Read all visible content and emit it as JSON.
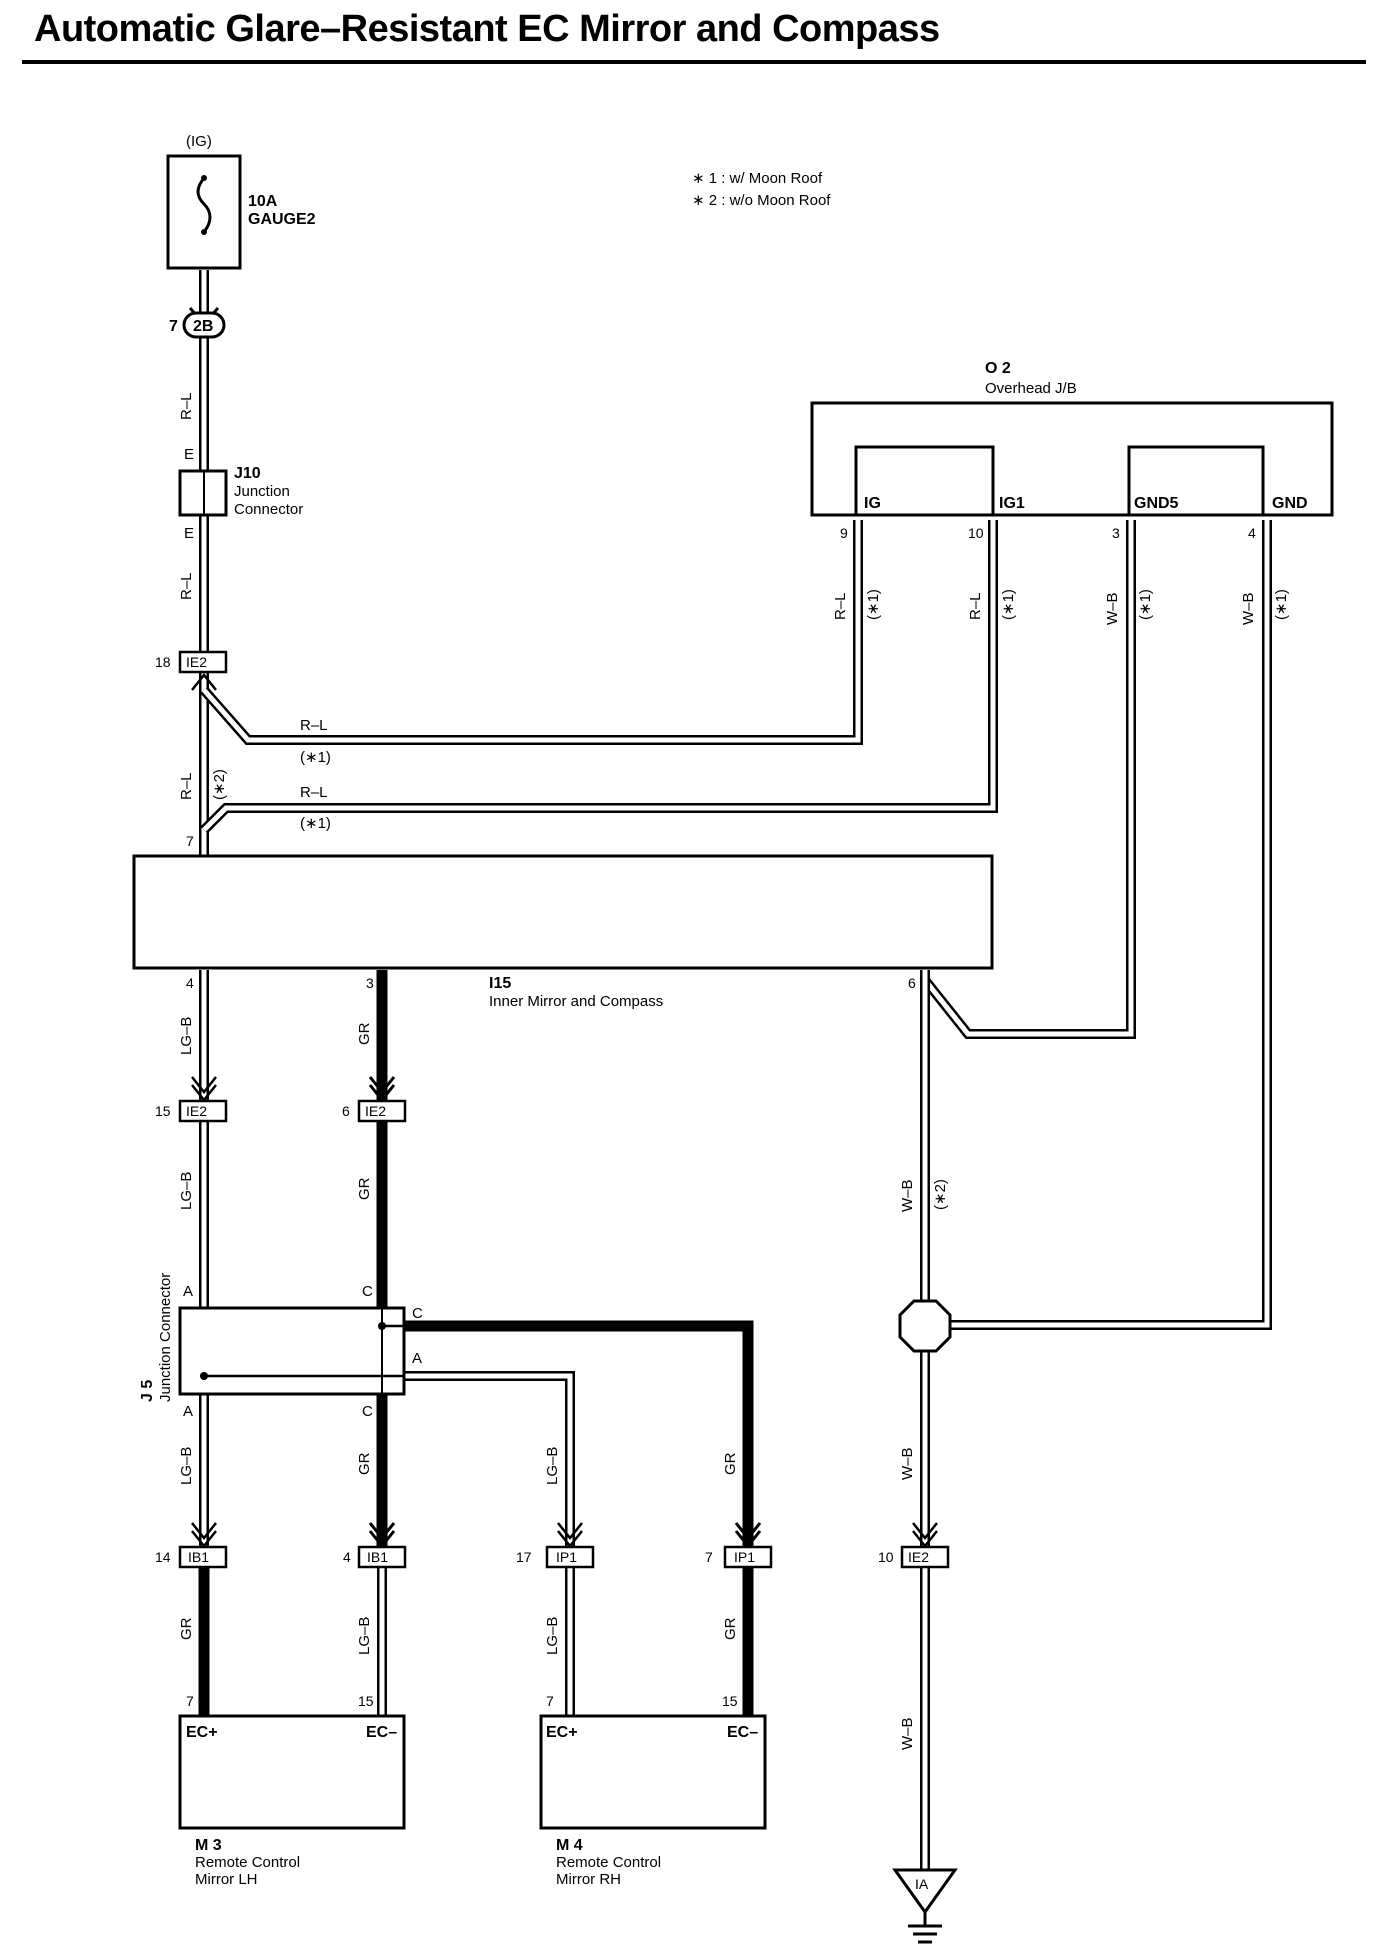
{
  "title": "Automatic Glare–Resistant EC Mirror and Compass",
  "notes": [
    "∗ 1 : w/ Moon Roof",
    "∗ 2 : w/o Moon Roof"
  ],
  "fuse": {
    "supply": "(IG)",
    "rating": "10A",
    "name": "GAUGE2"
  },
  "connector_2b": {
    "pin": "7",
    "code": "2B"
  },
  "j10": {
    "id": "J10",
    "name_line1": "Junction",
    "name_line2": "Connector",
    "pin_top": "E",
    "pin_bottom": "E"
  },
  "o2": {
    "id": "O 2",
    "name": "Overhead J/B",
    "terminals": [
      "IG",
      "IG1",
      "GND5",
      "GND"
    ],
    "pins": [
      "9",
      "10",
      "3",
      "4"
    ]
  },
  "i15": {
    "id": "I15",
    "name": "Inner Mirror and Compass",
    "pin_top": "7",
    "pins_bottom": [
      "4",
      "3",
      "6"
    ]
  },
  "j5": {
    "id": "J 5",
    "name": "Junction Connector",
    "pin_a": "A",
    "pin_c": "C"
  },
  "m3": {
    "id": "M 3",
    "name_line1": "Remote Control",
    "name_line2": "Mirror LH",
    "terminals": [
      "EC+",
      "EC–"
    ],
    "pins": [
      "7",
      "15"
    ]
  },
  "m4": {
    "id": "M 4",
    "name_line1": "Remote Control",
    "name_line2": "Mirror RH",
    "terminals": [
      "EC+",
      "EC–"
    ],
    "pins": [
      "7",
      "15"
    ]
  },
  "inline_connectors": [
    {
      "pin": "18",
      "code": "IE2"
    },
    {
      "pin": "15",
      "code": "IE2"
    },
    {
      "pin": "6",
      "code": "IE2"
    },
    {
      "pin": "14",
      "code": "IB1"
    },
    {
      "pin": "4",
      "code": "IB1"
    },
    {
      "pin": "17",
      "code": "IP1"
    },
    {
      "pin": "7",
      "code": "IP1"
    },
    {
      "pin": "10",
      "code": "IE2"
    }
  ],
  "ground": {
    "code": "IA"
  },
  "wire_colors": {
    "rl": "R–L",
    "wb": "W–B",
    "lgb": "LG–B",
    "gr": "GR"
  },
  "notes_inline": {
    "n1": "(∗1)",
    "n2": "(∗2)"
  }
}
